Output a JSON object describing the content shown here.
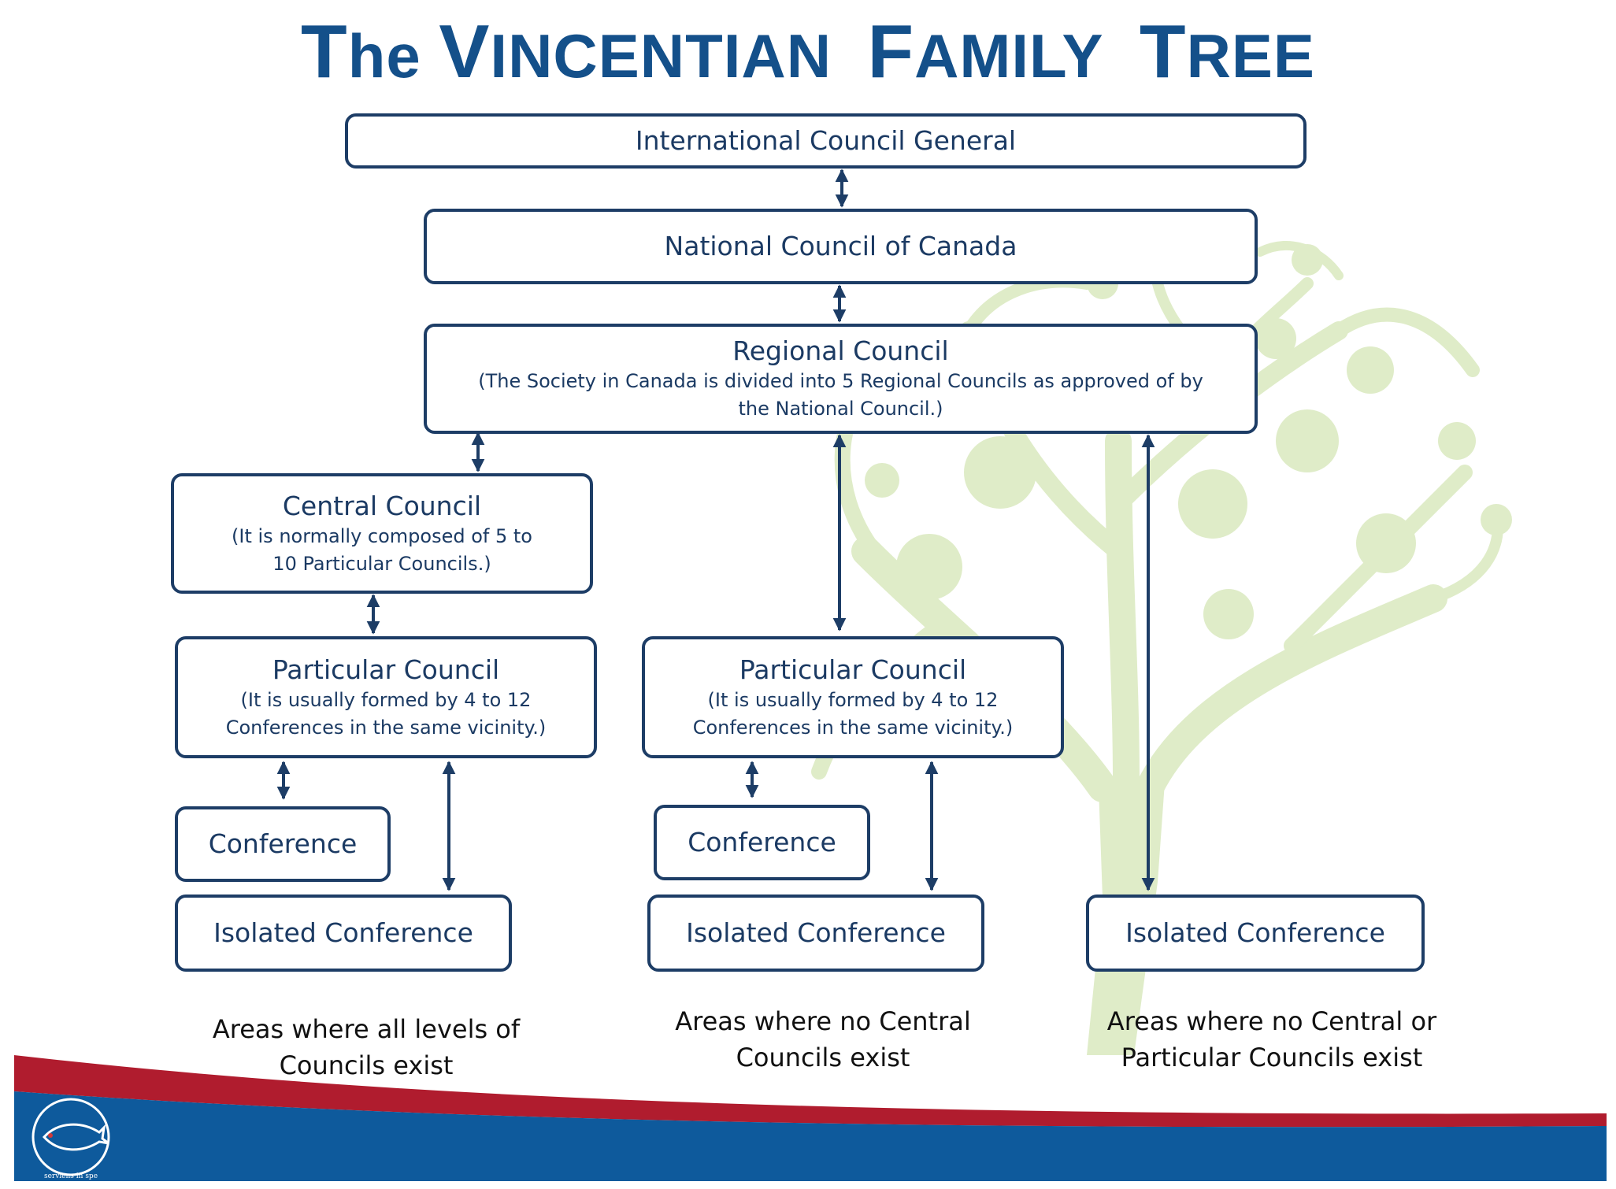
{
  "title": {
    "parts": [
      {
        "initial": "T",
        "rest": "he"
      },
      {
        "initial": "V",
        "rest": "INCENTIAN"
      },
      {
        "initial": "F",
        "rest": "AMILY"
      },
      {
        "initial": "T",
        "rest": "REE"
      }
    ]
  },
  "boxes": {
    "international": {
      "head": "International Council General"
    },
    "national": {
      "head": "National Council of Canada"
    },
    "regional": {
      "head": "Regional Council",
      "sub": "(The Society in Canada is divided into 5 Regional Councils as approved of by the National Council.)"
    },
    "central": {
      "head": "Central Council",
      "sub": "(It is normally composed of 5 to 10 Particular Councils.)"
    },
    "particular_left": {
      "head": "Particular Council",
      "sub": "(It is usually formed by 4 to 12 Conferences in the same vicinity.)"
    },
    "particular_mid": {
      "head": "Particular Council",
      "sub": "(It is usually formed by 4 to 12 Conferences in the same vicinity.)"
    },
    "conference_left": {
      "head": "Conference"
    },
    "conference_mid": {
      "head": "Conference"
    },
    "isolated_left": {
      "head": "Isolated Conference"
    },
    "isolated_mid": {
      "head": "Isolated Conference"
    },
    "isolated_right": {
      "head": "Isolated Conference"
    }
  },
  "captions": {
    "left": "Areas where all levels of Councils exist",
    "middle": "Areas where no Central Councils exist",
    "right": "Areas where no Central or Particular Councils exist"
  },
  "logo": {
    "motto": "serviens in spe"
  },
  "colors": {
    "title": "#14508a",
    "box_border": "#1d3d66",
    "arrow": "#1d3d66",
    "footer_red": "#b01c2e",
    "footer_blue": "#0e5a9c",
    "tree": "#dfecc8"
  }
}
